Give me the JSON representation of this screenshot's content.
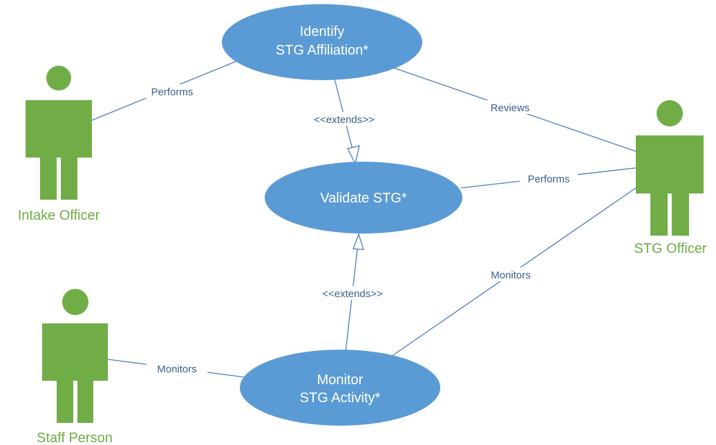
{
  "colors": {
    "use_case_fill": "#5b9bd5",
    "use_case_text": "#ffffff",
    "actor_fill": "#70ad47",
    "actor_label": "#70ad47",
    "line": "#4a7ebb",
    "line_label": "#3b5f8c"
  },
  "actors": {
    "intake_officer": {
      "label": "Intake Officer"
    },
    "stg_officer": {
      "label": "STG Officer"
    },
    "staff_person": {
      "label": "Staff Person"
    }
  },
  "use_cases": {
    "identify": {
      "line1": "Identify",
      "line2": "STG Affiliation*"
    },
    "validate": {
      "line1": "Validate STG*"
    },
    "monitor": {
      "line1": "Monitor",
      "line2": "STG Activity*"
    }
  },
  "associations": {
    "intake_performs_identify": "Performs",
    "stg_reviews_identify": "Reviews",
    "stg_performs_validate": "Performs",
    "stg_monitors_monitor": "Monitors",
    "staff_monitors_monitor": "Monitors"
  },
  "extends": {
    "identify_to_validate": "<<extends>>",
    "monitor_to_validate": "<<extends>>"
  }
}
